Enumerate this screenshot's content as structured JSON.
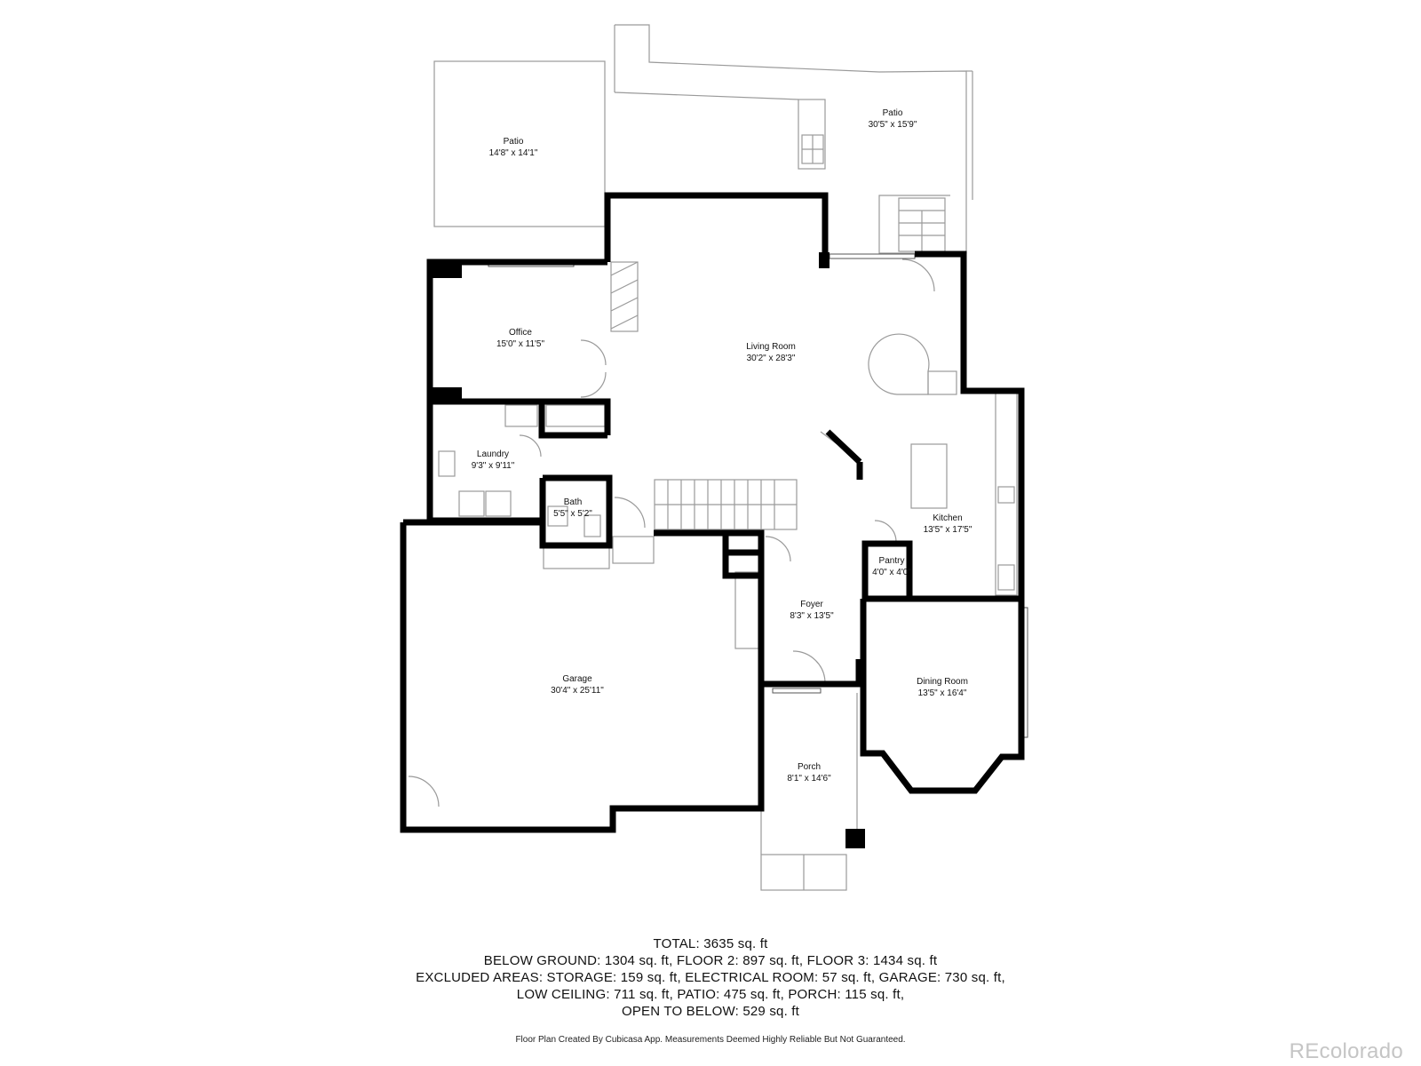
{
  "rooms": {
    "patio_left": {
      "name": "Patio",
      "dims": "14'8\" x 14'1\""
    },
    "patio_right": {
      "name": "Patio",
      "dims": "30'5\" x 15'9\""
    },
    "office": {
      "name": "Office",
      "dims": "15'0\" x 11'5\""
    },
    "living_room": {
      "name": "Living Room",
      "dims": "30'2\" x 28'3\""
    },
    "laundry": {
      "name": "Laundry",
      "dims": "9'3\" x 9'11\""
    },
    "bath": {
      "name": "Bath",
      "dims": "5'5\" x 5'2\""
    },
    "kitchen": {
      "name": "Kitchen",
      "dims": "13'5\" x 17'5\""
    },
    "pantry": {
      "name": "Pantry",
      "dims": "4'0\" x 4'0\""
    },
    "foyer": {
      "name": "Foyer",
      "dims": "8'3\" x 13'5\""
    },
    "garage": {
      "name": "Garage",
      "dims": "30'4\" x 25'11\""
    },
    "dining_room": {
      "name": "Dining Room",
      "dims": "13'5\" x 16'4\""
    },
    "porch": {
      "name": "Porch",
      "dims": "8'1\" x 14'6\""
    }
  },
  "totals": {
    "line1": "TOTAL: 3635 sq. ft",
    "line2": "BELOW GROUND: 1304 sq. ft, FLOOR 2: 897 sq. ft, FLOOR 3: 1434 sq. ft",
    "line3": "EXCLUDED AREAS: STORAGE: 159 sq. ft, ELECTRICAL ROOM: 57 sq. ft, GARAGE: 730 sq. ft,",
    "line4": "LOW CEILING: 711 sq. ft, PATIO: 475 sq. ft, PORCH: 115 sq. ft,",
    "line5": "OPEN TO BELOW: 529 sq. ft"
  },
  "disclaimer": "Floor Plan Created By Cubicasa App. Measurements Deemed Highly Reliable But Not Guaranteed.",
  "watermark": "REcolorado",
  "colors": {
    "wall": "#000000",
    "thin_line": "#999999",
    "background": "#ffffff"
  }
}
